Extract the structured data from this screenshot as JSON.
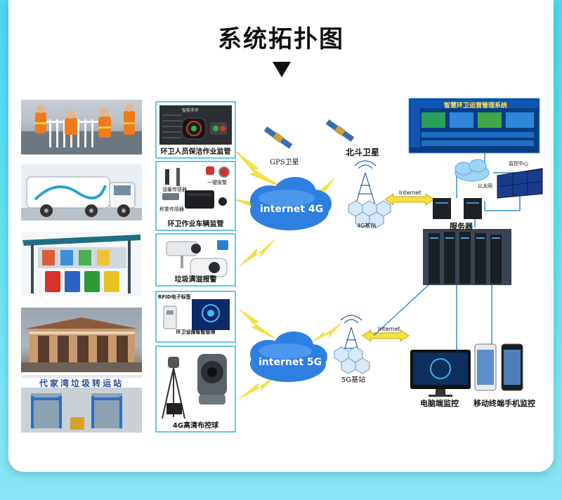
{
  "title": "系统拓扑图",
  "panels": {
    "worker": "环卫人员保洁作业监管",
    "vehicle": "环卫作业车辆监管",
    "vehicle_sub": {
      "oil_sensor": "油量传感器",
      "alarm": "一键报警",
      "weight_sensor": "称重传感器"
    },
    "overflow": "垃圾满溢报警",
    "facility": "环卫设施智能管理",
    "facility_sub": {
      "rfid": "RFID电子标签"
    },
    "camera": "4G高清布控球"
  },
  "watch_screen": "智能手环",
  "station_sign": "代家湾垃圾转运站",
  "clouds": {
    "c4g": "internet 4G",
    "c5g": "internet 5G"
  },
  "satellites": {
    "gps": "GPS卫星",
    "beidou": "北斗卫星"
  },
  "stations": {
    "s4g": "4G基站",
    "s5g": "5G基站"
  },
  "internet_labels": [
    "Internet",
    "Internet"
  ],
  "dashboard_title": "智慧环卫运营管理系统",
  "monitor_center": "监控中心",
  "ethernet": "以太网",
  "server": "服务器",
  "pc_monitor": "电脑端监控",
  "mobile_monitor": "移动终端手机监控",
  "colors": {
    "accent": "#62c6e8",
    "bolt": "#f2e43a",
    "cloud": "#2e7fe0",
    "background": "#4fd6ee"
  }
}
